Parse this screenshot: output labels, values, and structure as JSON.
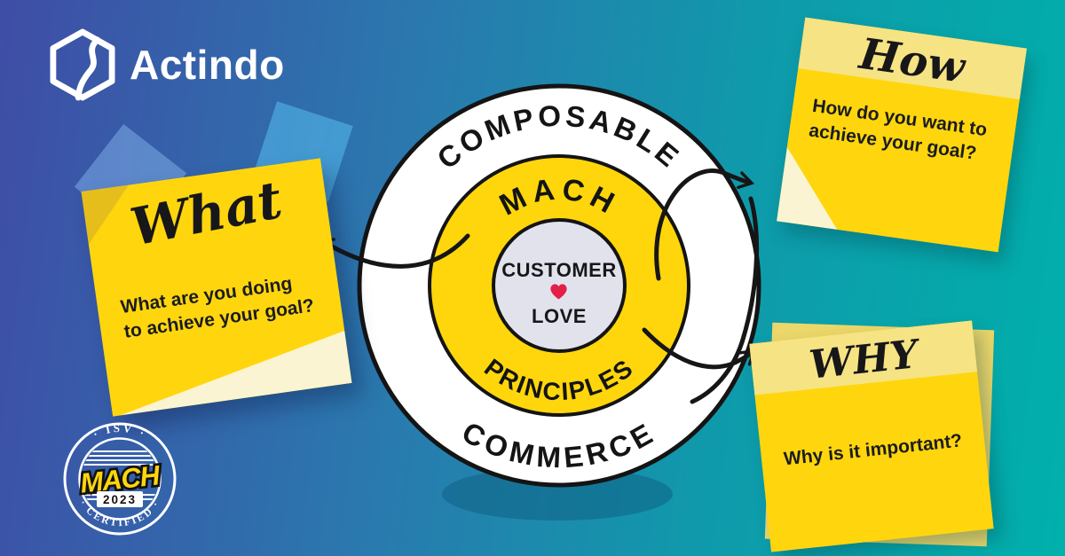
{
  "background": {
    "gradient": [
      "#3F4DA6",
      "#2A79AE",
      "#0F9AAB",
      "#00B0AB"
    ]
  },
  "logo": {
    "wordmark": "Actindo"
  },
  "diagram": {
    "outer_top": "COMPOSABLE",
    "outer_bottom": "COMMERCE",
    "ring_top": "MACH",
    "ring_bottom": "PRINCIPLES",
    "center_top": "CUSTOMER",
    "center_bottom": "LOVE",
    "colors": {
      "ring_yellow": "#FFD60B",
      "center_fill": "#E2E2ED",
      "outline": "#141414",
      "heart": "#E32048"
    }
  },
  "notes": {
    "what": {
      "title": "What",
      "body": "What are you doing\nto achieve your goal?"
    },
    "how": {
      "title": "How",
      "body": "How do you want to\nachieve your goal?"
    },
    "why": {
      "title": "WHY",
      "body": "Why is it important?"
    }
  },
  "badge": {
    "top": "· ISV ·",
    "center": "MACH",
    "year": "2023",
    "bottom": "· CERTIFIED ·"
  }
}
